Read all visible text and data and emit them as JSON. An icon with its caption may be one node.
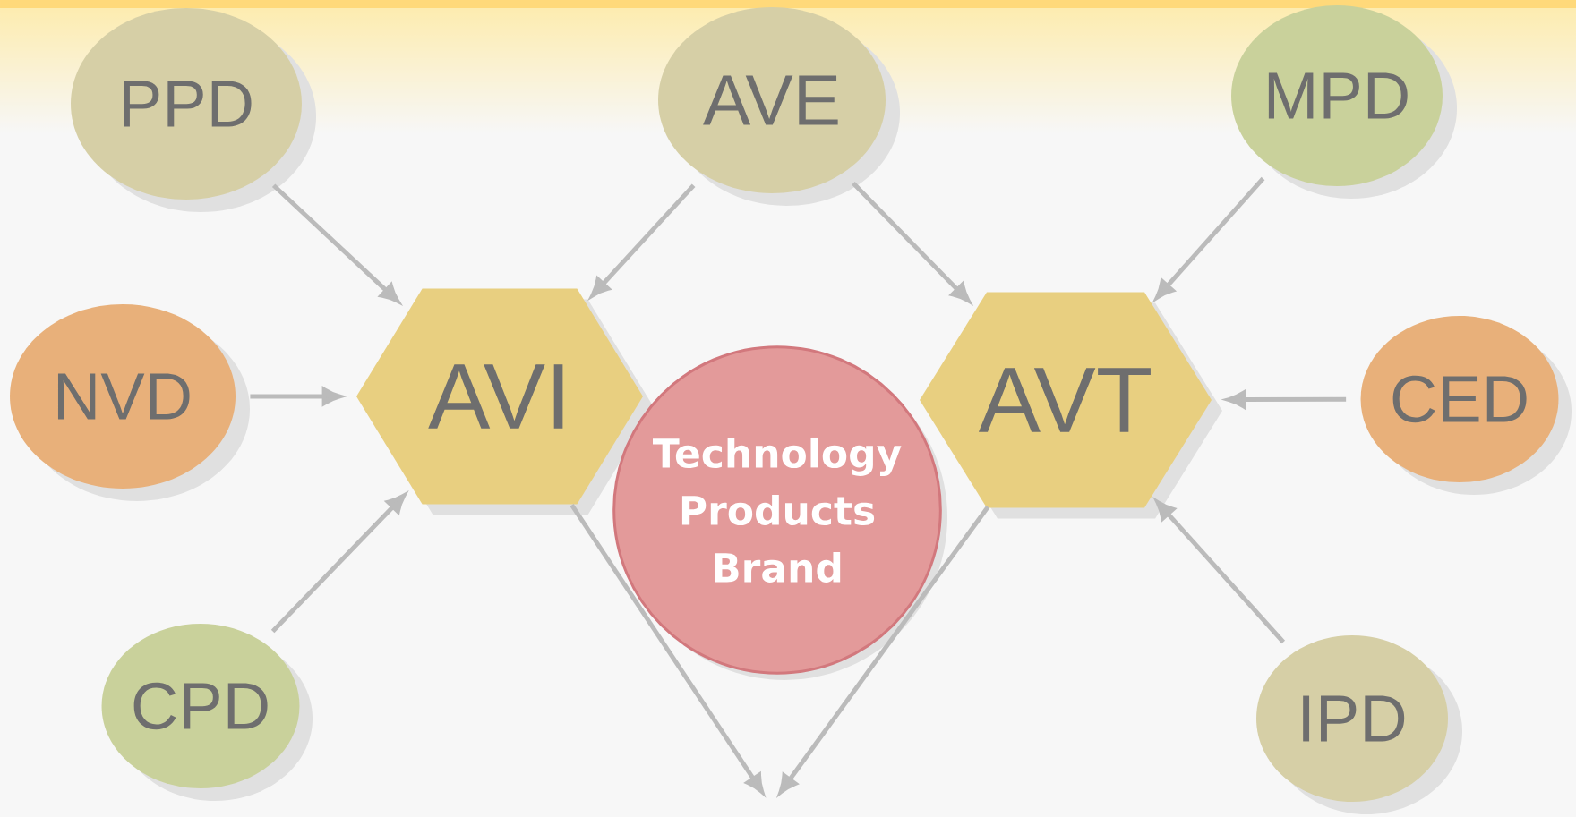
{
  "diagram": {
    "nodes": [
      {
        "text": [
          "PPD"
        ]
      },
      {
        "text": [
          "AVE"
        ]
      },
      {
        "text": [
          "MPD"
        ]
      },
      {
        "text": [
          "NVD"
        ]
      },
      {
        "text": [
          "AVI"
        ]
      },
      {
        "text": [
          "Technology Products Brand"
        ]
      },
      {
        "text": [
          "AVT"
        ]
      },
      {
        "text": [
          "CED"
        ]
      },
      {
        "text": [
          "CPD"
        ]
      },
      {
        "text": [
          "IPD"
        ]
      }
    ],
    "edges": [
      {
        "from": 0,
        "to": 4,
        "arrow": "to"
      },
      {
        "from": 1,
        "to": 4,
        "arrow": "to"
      },
      {
        "from": 1,
        "to": 6,
        "arrow": "to"
      },
      {
        "from": 2,
        "to": 6,
        "arrow": "to"
      },
      {
        "from": 3,
        "to": 4,
        "arrow": "to"
      },
      {
        "from": 7,
        "to": 6,
        "arrow": "to"
      },
      {
        "from": 8,
        "to": 4,
        "arrow": "to"
      },
      {
        "from": 9,
        "to": 6,
        "arrow": "to"
      },
      {
        "from": 4,
        "to": null,
        "arrow": "to"
      },
      {
        "from": 6,
        "to": null,
        "arrow": "to"
      }
    ]
  }
}
